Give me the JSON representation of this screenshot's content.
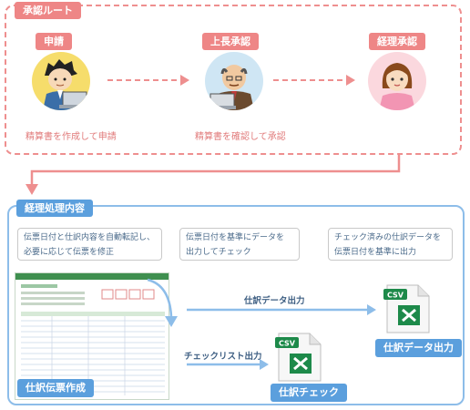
{
  "approval_route": {
    "title": "承認ルート",
    "steps": [
      {
        "tag": "申請",
        "caption": "精算書を作成して申請",
        "icon": "employee-at-laptop-icon"
      },
      {
        "tag": "上長承認",
        "caption": "精算書を確認して承認",
        "icon": "manager-at-laptop-icon"
      },
      {
        "tag": "経理承認",
        "caption": "",
        "icon": "accounting-staff-icon"
      }
    ]
  },
  "accounting": {
    "title": "経理処理内容",
    "notes": [
      {
        "line1": "伝票日付と仕訳内容を自動転記し、",
        "line2": "必要に応じて伝票を修正"
      },
      {
        "line1": "伝票日付を基準にデータを",
        "line2": "出力してチェック"
      },
      {
        "line1": "チェック済みの仕訳データを",
        "line2": "伝票日付を基準に出力"
      }
    ],
    "journal_slip_label": "仕訳伝票作成",
    "journal_export_arrow": "仕訳データ出力",
    "checklist_arrow": "チェックリスト出力",
    "csv_badge": "CSV",
    "journal_data_label": "仕訳データ出力",
    "journal_check_label": "仕訳チェック"
  },
  "colors": {
    "pink": "#ee8686",
    "blue": "#5b9fdd",
    "csv_green": "#1d8a4a"
  }
}
